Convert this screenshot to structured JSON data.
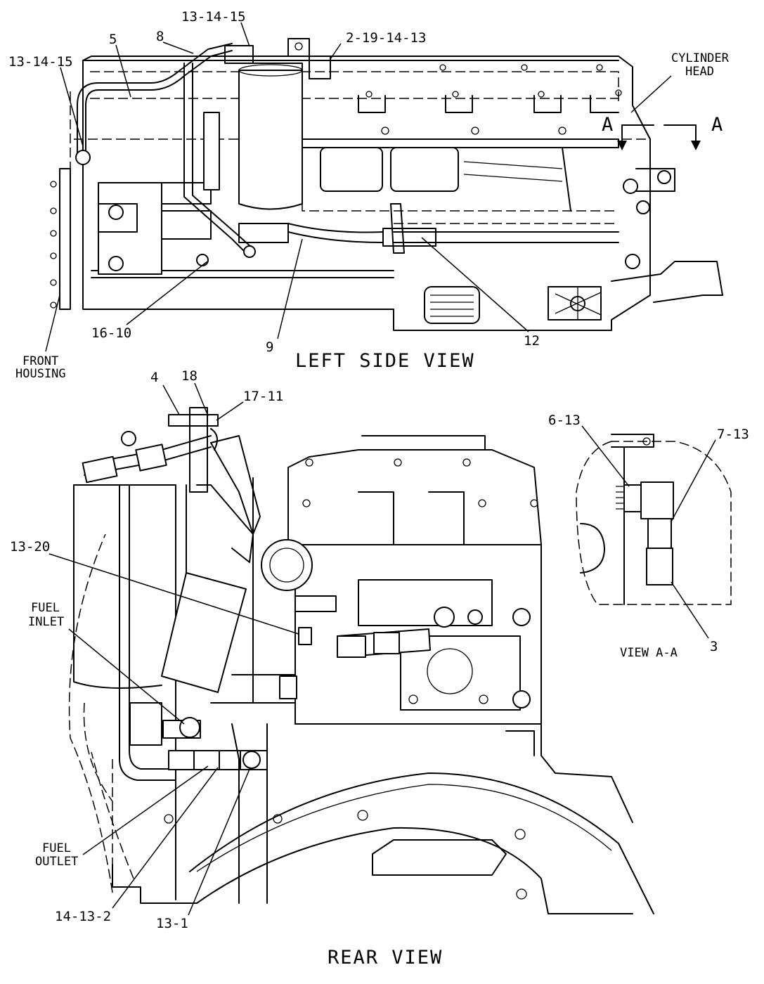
{
  "views": {
    "left_side": "LEFT SIDE VIEW",
    "rear": "REAR VIEW",
    "section": "VIEW A-A"
  },
  "section_marker": {
    "left": "A",
    "right": "A"
  },
  "notes": {
    "cylinder_head_1": "CYLINDER",
    "cylinder_head_2": "HEAD",
    "front_housing_1": "FRONT",
    "front_housing_2": "HOUSING",
    "fuel_inlet_1": "FUEL",
    "fuel_inlet_2": "INLET",
    "fuel_outlet_1": "FUEL",
    "fuel_outlet_2": "OUTLET"
  },
  "callouts": {
    "left_side": {
      "c_13_14_15_top": "13-14-15",
      "c_2_19_14_13": "2-19-14-13",
      "c_8": "8",
      "c_5": "5",
      "c_13_14_15_left": "13-14-15",
      "c_16_10": "16-10",
      "c_9": "9",
      "c_12": "12"
    },
    "rear": {
      "c_4": "4",
      "c_18": "18",
      "c_17_11": "17-11",
      "c_13_20": "13-20",
      "c_14_13_2": "14-13-2",
      "c_13_1": "13-1"
    },
    "section": {
      "c_6_13": "6-13",
      "c_7_13": "7-13",
      "c_3": "3"
    }
  }
}
